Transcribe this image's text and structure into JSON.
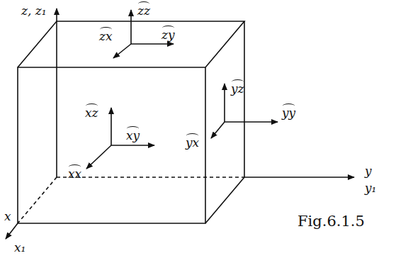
{
  "diagram": {
    "caption": "Fig.6.1.5",
    "labels": [
      "z, z₁",
      "zz",
      "zx",
      "zy",
      "xz",
      "xy",
      "xx",
      "yz",
      "yy",
      "yx",
      "y",
      "y₁",
      "x",
      "x₁"
    ]
  }
}
